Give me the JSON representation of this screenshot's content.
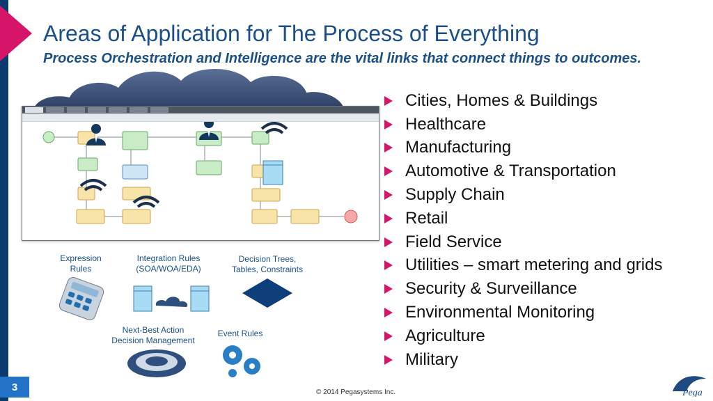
{
  "slide": {
    "title": "Areas of Application for The Process of Everything",
    "subtitle": "Process Orchestration and Intelligence are the vital links that connect things to outcomes.",
    "page_number": "3",
    "copyright": "© 2014 Pegasystems Inc.",
    "logo_text": "Pega"
  },
  "bullets": [
    "Cities, Homes & Buildings",
    "Healthcare",
    "Manufacturing",
    "Automotive & Transportation",
    "Supply Chain",
    "Retail",
    "Field Service",
    "Utilities – smart metering and grids",
    "Security & Surveillance",
    "Environmental Monitoring",
    "Agriculture",
    "Military"
  ],
  "rules": {
    "expression_l1": "Expression",
    "expression_l2": "Rules",
    "integration_l1": "Integration Rules",
    "integration_l2": "(SOA/WOA/EDA)",
    "decision_l1": "Decision Trees,",
    "decision_l2": "Tables, Constraints",
    "nba_l1": "Next-Best Action",
    "nba_l2": "Decision Management",
    "event": "Event Rules"
  },
  "colors": {
    "accent_pink": "#d6156a",
    "title_blue": "#1a4f8a",
    "dark_navy": "#0b3a6e",
    "page_blue": "#2272c7"
  },
  "icons": [
    "calculator-icon",
    "server-cloud-icon",
    "diamond-icon",
    "gear-ring-icon",
    "gears-icon",
    "person-icon",
    "wireless-icon",
    "pega-logo-icon"
  ]
}
